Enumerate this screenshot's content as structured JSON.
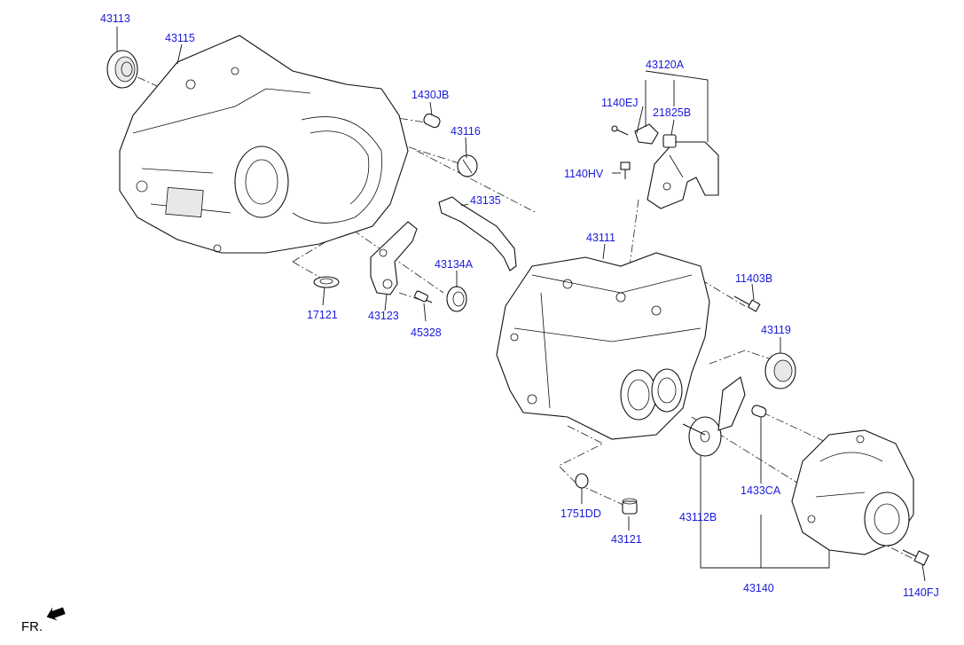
{
  "diagram": {
    "labels": {
      "p43113": "43113",
      "p43115": "43115",
      "p1430JB": "1430JB",
      "p43116": "43116",
      "p43120A": "43120A",
      "p1140EJ": "1140EJ",
      "p21825B": "21825B",
      "p1140HV": "1140HV",
      "p43135": "43135",
      "p43111": "43111",
      "p43134A": "43134A",
      "p17121": "17121",
      "p43123": "43123",
      "p45328": "45328",
      "p11403B": "11403B",
      "p43119": "43119",
      "p1751DD": "1751DD",
      "p43121": "43121",
      "p43112B": "43112B",
      "p1433CA": "1433CA",
      "p43140": "43140",
      "p1140FJ": "1140FJ"
    },
    "direction_label": "FR."
  },
  "colors": {
    "label": "#1a1adb",
    "line": "#111111",
    "background": "#ffffff"
  }
}
